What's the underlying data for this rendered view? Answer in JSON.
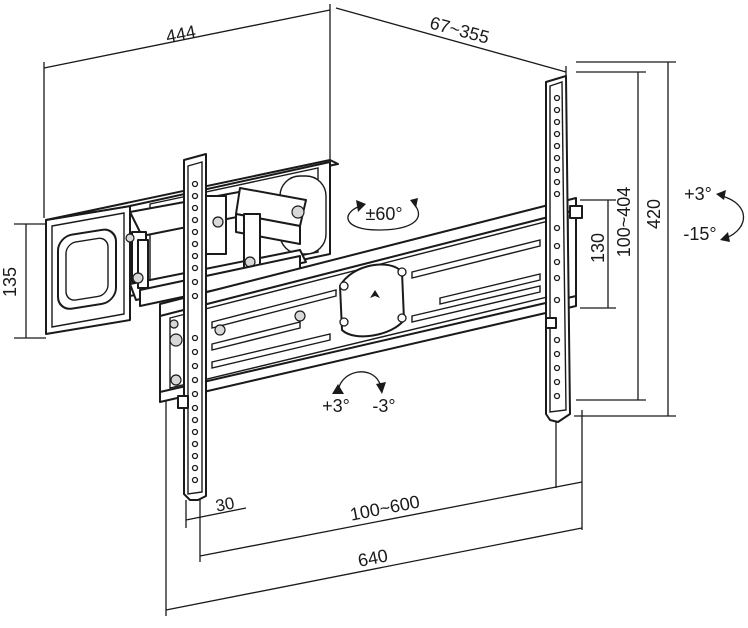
{
  "dimensions": {
    "arm_depth": "444",
    "extension_range": "67~355",
    "wall_plate_height": "135",
    "swivel": "±60°",
    "tilt_up": "+3°",
    "tilt_down": "-15°",
    "rail_spacing_130": "130",
    "vertical_vesa": "100~404",
    "rail_height": "420",
    "rotate_plus": "+3°",
    "rotate_minus": "-3°",
    "edge_offset": "30",
    "horizontal_vesa": "100~600",
    "total_width": "640"
  }
}
